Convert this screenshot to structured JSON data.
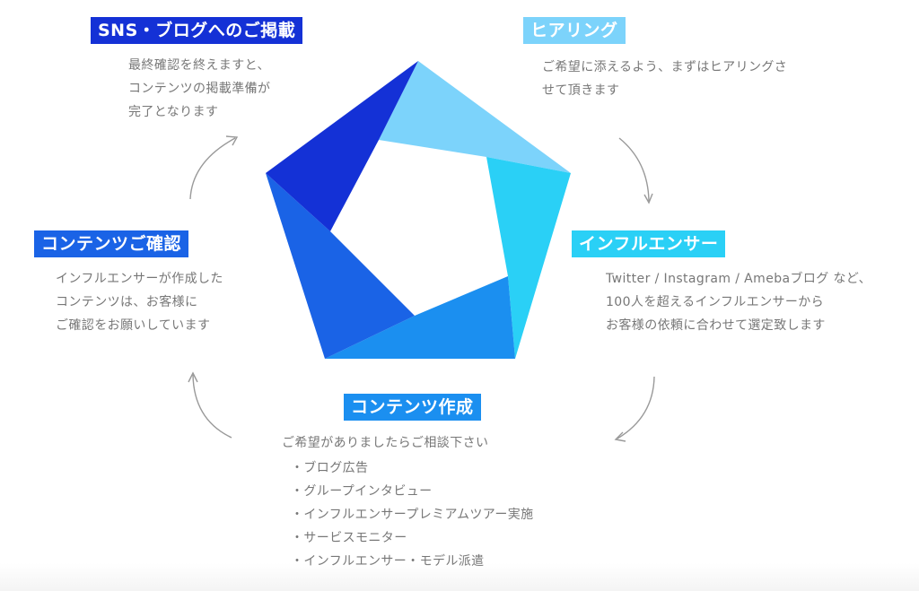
{
  "colors": {
    "navy": "#1431d6",
    "royal": "#1a63e6",
    "blue": "#1b8ff0",
    "sky": "#7cd3fb",
    "cyan": "#2ad0f6",
    "text": "#777777",
    "arrow": "#999999"
  },
  "steps": {
    "sns": {
      "title": "SNS・ブログへのご掲載",
      "lines": [
        "最終確認を終えますと、",
        "コンテンツの掲載準備が",
        "完了となります"
      ]
    },
    "hearing": {
      "title": "ヒアリング",
      "lines": [
        "ご希望に添えるよう、まずはヒアリングさ",
        "せて頂きます"
      ]
    },
    "influencer": {
      "title": "インフルエンサー",
      "lines": [
        "Twitter / Instagram / Amebaブログ など、",
        "100人を超えるインフルエンサーから",
        "お客様の依頼に合わせて選定致します"
      ]
    },
    "creation": {
      "title": "コンテンツ作成",
      "lead": "ご希望がありましたらご相談下さい",
      "items": [
        "ブログ広告",
        "グループインタビュー",
        "インフルエンサープレミアムツアー実施",
        "サービスモニター",
        "インフルエンサー・モデル派遣"
      ]
    },
    "confirm": {
      "title": "コンテンツご確認",
      "lines": [
        "インフルエンサーが作成した",
        "コンテンツは、お客様に",
        "ご確認をお願いしています"
      ]
    }
  }
}
